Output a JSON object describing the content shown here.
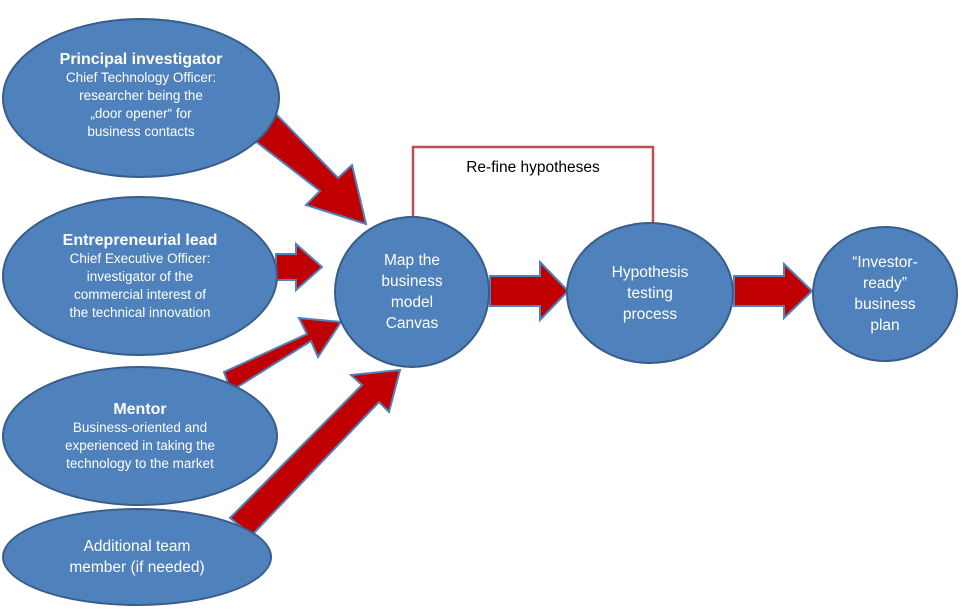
{
  "colors": {
    "node_fill": "#4f81bd",
    "node_border": "#385d8a",
    "arrow_fill": "#c00000",
    "arrow_border": "#4f81bd",
    "feedback_line": "#c0504d"
  },
  "team": {
    "principal_investigator": {
      "role": "Principal investigator",
      "description": "Chief Technology Officer:\nresearcher being the\n„door opener“ for\nbusiness contacts"
    },
    "entrepreneurial_lead": {
      "role": "Entrepreneurial lead",
      "description": "Chief Executive Officer:\ninvestigator of the\ncommercial interest of\nthe technical innovation"
    },
    "mentor": {
      "role": "Mentor",
      "description": "Business-oriented and\nexperienced in taking the\ntechnology to the market"
    },
    "additional_member": {
      "label": "Additional team\nmember (if needed)"
    }
  },
  "process": {
    "map_canvas": "Map the\nbusiness\nmodel\nCanvas",
    "hypothesis_testing": "Hypothesis\ntesting\nprocess",
    "investor_ready": "“Investor-\nready”\nbusiness\nplan"
  },
  "feedback": {
    "label": "Re-fine hypotheses"
  }
}
